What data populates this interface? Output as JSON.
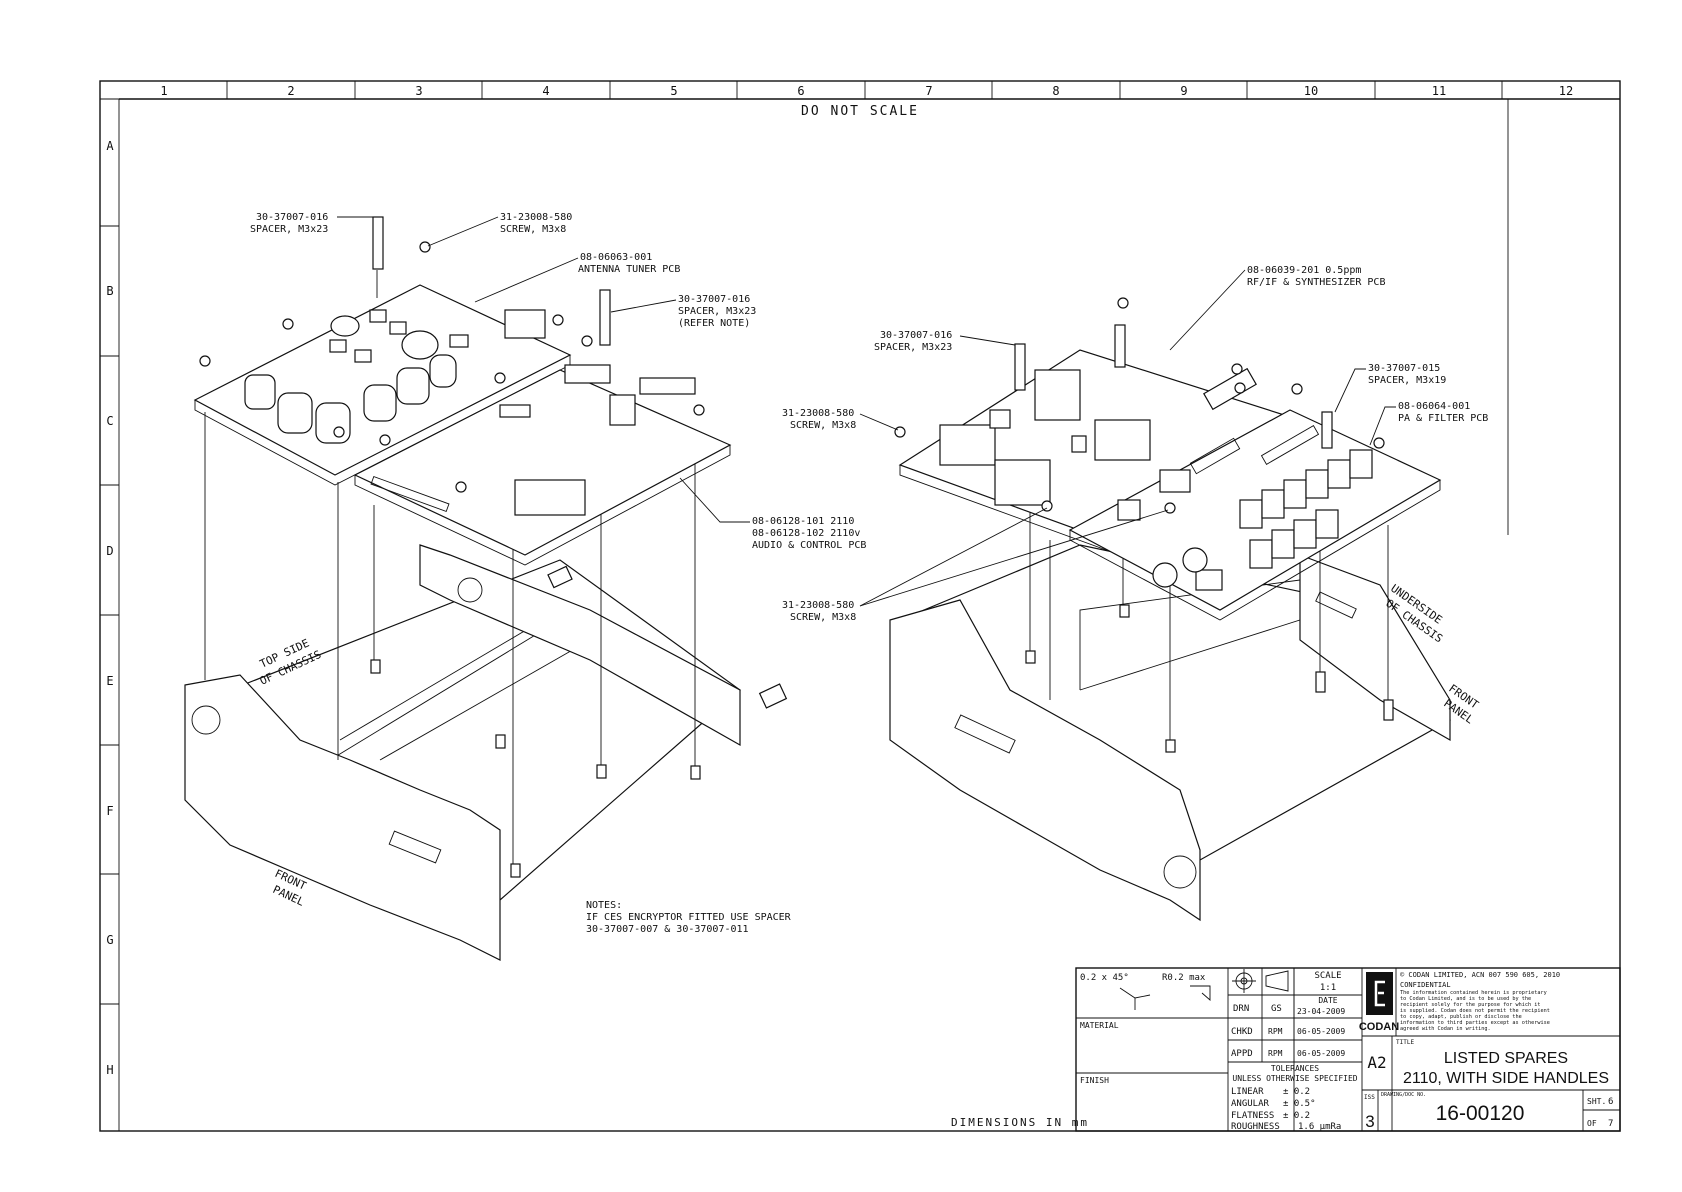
{
  "drawing": {
    "do_not_scale": "DO NOT SCALE",
    "dimensions_note": "DIMENSIONS IN mm",
    "col_labels": [
      "1",
      "2",
      "3",
      "4",
      "5",
      "6",
      "7",
      "8",
      "9",
      "10",
      "11",
      "12"
    ],
    "row_labels": [
      "A",
      "B",
      "C",
      "D",
      "E",
      "F",
      "G",
      "H"
    ]
  },
  "left_assembly": {
    "callouts": {
      "spacer_m3x23": "30-37007-016",
      "spacer_m3x23_desc": "SPACER, M3x23",
      "screw_top": "31-23008-580",
      "screw_top_desc": "SCREW, M3x8",
      "antenna_pcb": "08-06063-001",
      "antenna_pcb_desc": "ANTENNA TUNER PCB",
      "spacer_refer": "30-37007-016",
      "spacer_refer_desc": "SPACER, M3x23",
      "spacer_refer_note": "(REFER NOTE)",
      "audio_pcb_1": "08-06128-101 2110",
      "audio_pcb_2": "08-06128-102 2110v",
      "audio_pcb_desc": "AUDIO & CONTROL PCB",
      "top_side": "TOP SIDE",
      "of_chassis": "OF CHASSIS",
      "front": "FRONT",
      "panel": "PANEL"
    },
    "notes": {
      "heading": "NOTES:",
      "line1": "IF CES ENCRYPTOR FITTED USE SPACER",
      "line2": "30-37007-007 & 30-37007-011"
    }
  },
  "right_assembly": {
    "callouts": {
      "rf_pcb": "08-06039-201 0.5ppm",
      "rf_pcb_desc": "RF/IF & SYNTHESIZER PCB",
      "spacer_m3x23": "30-37007-016",
      "spacer_m3x23_desc": "SPACER, M3x23",
      "spacer_m3x19": "30-37007-015",
      "spacer_m3x19_desc": "SPACER, M3x19",
      "screw_a": "31-23008-580",
      "screw_a_desc": "SCREW, M3x8",
      "pa_pcb": "08-06064-001",
      "pa_pcb_desc": "PA & FILTER PCB",
      "screw_b": "31-23008-580",
      "screw_b_desc": "SCREW, M3x8",
      "underside": "UNDERSIDE",
      "of_chassis": "OF CHASSIS",
      "front": "FRONT",
      "panel": "PANEL"
    }
  },
  "title_block": {
    "chamfer": "0.2 x 45°",
    "radius": "R0.2 max",
    "material": "MATERIAL",
    "finish": "FINISH",
    "scale_label": "SCALE",
    "scale_value": "1:1",
    "date_label": "DATE",
    "drn": "DRN",
    "drn_by": "GS",
    "drn_date": "23-04-2009",
    "chkd": "CHKD",
    "chkd_by": "RPM",
    "chkd_date": "06-05-2009",
    "appd": "APPD",
    "appd_by": "RPM",
    "appd_date": "06-05-2009",
    "tolerances": "TOLERANCES",
    "unless": "UNLESS OTHERWISE SPECIFIED",
    "linear": "LINEAR",
    "linear_val": "± 0.2",
    "angular": "ANGULAR",
    "angular_val": "± 0.5°",
    "flatness": "FLATNESS",
    "flatness_val": "± 0.2",
    "roughness": "ROUGHNESS",
    "roughness_val": "1.6 µmRa",
    "size": "A2",
    "copyright": "© CODAN LIMITED, ACN 007 590 605,  2010",
    "confidential": "CONFIDENTIAL",
    "conf_text": [
      "The information contained herein is proprietary",
      "to Codan Limited, and is to be used by the",
      "recipient solely for the purpose for which it",
      "is supplied. Codan does not permit the recipient",
      "to copy, adapt, publish or disclose the",
      "information to third parties except as otherwise",
      "agreed with Codan in writing."
    ],
    "logo_text": "CODAN",
    "title_label": "TITLE",
    "title_line1": "LISTED SPARES",
    "title_line2": "2110, WITH SIDE HANDLES",
    "iss_label": "ISS",
    "iss": "3",
    "doc_no_label": "DRAWING/DOC NO.",
    "doc_no": "16-00120",
    "sht_label": "SHT.",
    "sht": "6",
    "of_label": "OF",
    "of": "7"
  }
}
